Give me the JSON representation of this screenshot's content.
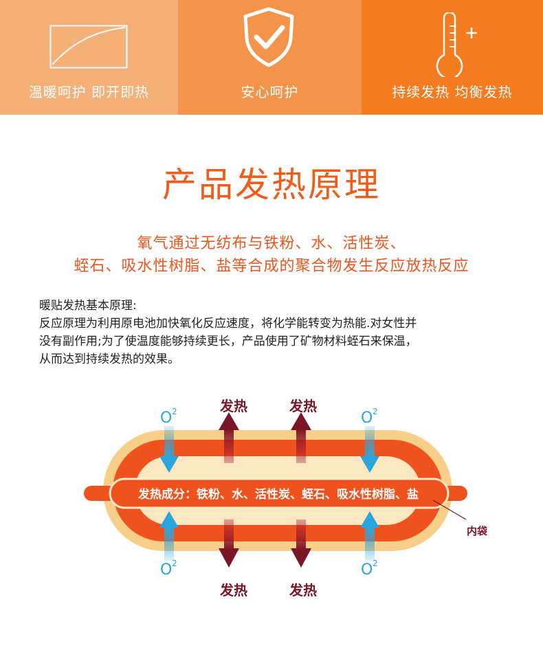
{
  "banner": {
    "panels": [
      {
        "label": "温暖呵护 即开即热",
        "icon": "curve-chart-icon",
        "color": "#f5b078"
      },
      {
        "label": "安心呵护",
        "icon": "shield-check-icon",
        "color": "#f3944a"
      },
      {
        "label": "持续发热 均衡发热",
        "icon": "thermometer-plus-icon",
        "color": "#f47b1e"
      }
    ]
  },
  "heading": "产品发热原理",
  "subtitle": [
    "氧气通过无纺布与铁粉、水、活性炭、",
    "蛭石、吸水性树脂、盐等合成的聚合物发生反应放热反应"
  ],
  "principle": {
    "title": "暖贴发热基本原理:",
    "lines": [
      "反应原理为利用原电池加快氧化反应速度，将化学能转变为热能.对女性并",
      "没有副作用;为了使温度能够持续更长，产品使用了矿物材料蛭石来保温，",
      "从而达到持续发热的效果。"
    ]
  },
  "diagram": {
    "heat_label": "发热",
    "oxygen_base": "O",
    "oxygen_sup": "2",
    "ingredients": "发热成分：铁粉、水、活性炭、蛭石、吸水性树脂、盐",
    "inner_bag": "内袋",
    "colors": {
      "heat": "#7a1625",
      "oxygen": "#2aa6de",
      "outer": "#f8cf88",
      "band": "#f0521d"
    }
  }
}
